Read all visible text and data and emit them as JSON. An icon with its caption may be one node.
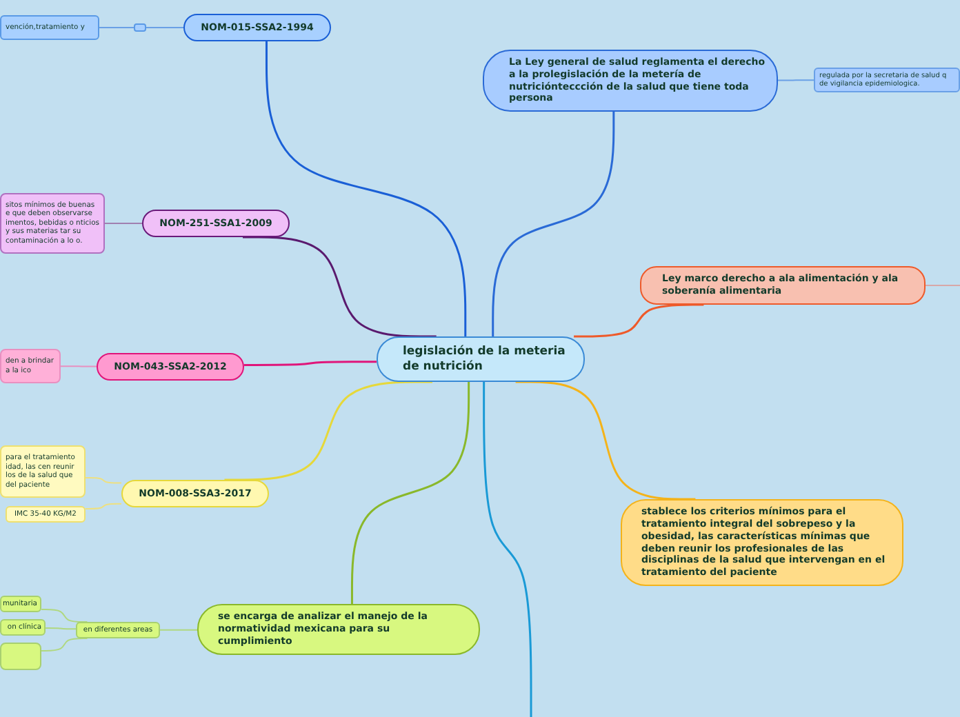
{
  "diagram": {
    "nodes": [
      {
        "text": [
          "legislación de la meteria de nutrición"
        ]
      },
      {
        "text": [
          "NOM-015-SSA2-1994"
        ]
      },
      {
        "text": [
          "vención,tratamiento y"
        ]
      },
      {
        "text": [],
        "shape": "box"
      },
      {
        "text": [
          "NOM-251-SSA1-2009"
        ]
      },
      {
        "text": [
          "sitos mínimos de buenas e que deben observarse imentos, bebidas o nticios y sus materias tar su contaminación a lo o."
        ]
      },
      {
        "text": [
          "NOM-043-SSA2-2012"
        ]
      },
      {
        "text": [
          "den a brindar a la ico"
        ]
      },
      {
        "text": [
          "NOM-008-SSA3-2017"
        ]
      },
      {
        "text": [
          "para el tratamiento idad, las cen reunir los de la salud que del paciente"
        ]
      },
      {
        "text": [
          "IMC 35-40 KG/M2"
        ]
      },
      {
        "text": [
          "se encarga de analizar el manejo de la normatividad mexicana para su cumplimiento"
        ]
      },
      {
        "text": [
          "en diferentes areas"
        ]
      },
      {
        "text": [
          "munitaria"
        ]
      },
      {
        "text": [
          "on clínica"
        ]
      },
      {
        "text": [],
        "shape": "box"
      },
      {
        "text": [
          "La Ley general de salud reglamenta el derecho a la prolegislación de la metería de nutriciónteccción de la salud que tiene toda persona"
        ]
      },
      {
        "text": [
          "regulada por la secretaria de salud q de vigilancia epidemiologica."
        ]
      },
      {
        "text": [
          "Ley marco derecho a ala alimentación y ala soberanía alimentaria"
        ]
      },
      {
        "text": [
          "stablece los criterios mínimos para el tratamiento integral del sobrepeso y la obesidad, las características mínimas que deben reunir los profesionales de las disciplinas de la salud que intervengan en el tratamiento del paciente"
        ]
      }
    ],
    "edges": [
      {
        "from": 0,
        "to": 1,
        "arrow": "none",
        "color": "#1a5fd6"
      },
      {
        "from": 1,
        "to": 3,
        "arrow": "none",
        "color": "#6aa0e6"
      },
      {
        "from": 3,
        "to": 2,
        "arrow": "none",
        "color": "#6aa0e6"
      },
      {
        "from": 0,
        "to": 4,
        "arrow": "none",
        "color": "#5a1a6e"
      },
      {
        "from": 4,
        "to": 5,
        "arrow": "none",
        "color": "#a080b0"
      },
      {
        "from": 0,
        "to": 6,
        "arrow": "none",
        "color": "#e0157a"
      },
      {
        "from": 6,
        "to": 7,
        "arrow": "none",
        "color": "#e890c0"
      },
      {
        "from": 0,
        "to": 8,
        "arrow": "none",
        "color": "#e6d83a"
      },
      {
        "from": 8,
        "to": 9,
        "arrow": "none",
        "color": "#eee080"
      },
      {
        "from": 8,
        "to": 10,
        "arrow": "none",
        "color": "#eee080"
      },
      {
        "from": 0,
        "to": 11,
        "arrow": "none",
        "color": "#8ab82a"
      },
      {
        "from": 11,
        "to": 12,
        "arrow": "none",
        "color": "#b0d880"
      },
      {
        "from": 12,
        "to": 13,
        "arrow": "none",
        "color": "#b0d880"
      },
      {
        "from": 12,
        "to": 14,
        "arrow": "none",
        "color": "#b0d880"
      },
      {
        "from": 12,
        "to": 15,
        "arrow": "none",
        "color": "#b0d880"
      },
      {
        "from": 0,
        "to": 16,
        "arrow": "none",
        "color": "#2a6ad6"
      },
      {
        "from": 16,
        "to": 17,
        "arrow": "none",
        "color": "#6aa0e6"
      },
      {
        "from": 0,
        "to": 18,
        "arrow": "none",
        "color": "#ee5a2a"
      },
      {
        "from": 18,
        "to": null,
        "arrow": "none",
        "color": "#d8a8a8"
      },
      {
        "from": 0,
        "to": 19,
        "arrow": "none",
        "color": "#f4b31a"
      },
      {
        "from": 0,
        "to": null,
        "arrow": "none",
        "color": "#1a9ad6"
      }
    ]
  }
}
